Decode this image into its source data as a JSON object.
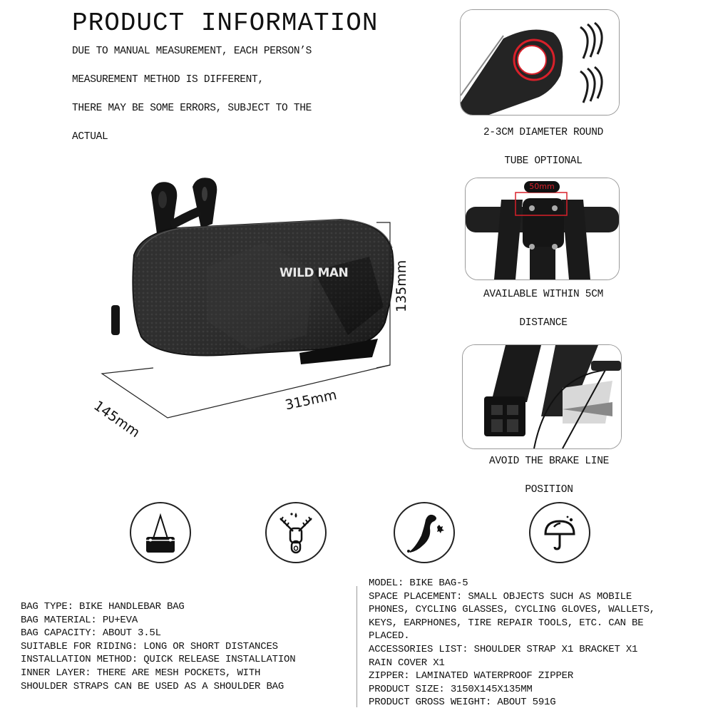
{
  "header": {
    "title": "PRODUCT INFORMATION",
    "note_lines": [
      "DUE TO MANUAL MEASUREMENT, EACH PERSON’S",
      "MEASUREMENT METHOD IS DIFFERENT,",
      "THERE MAY BE SOME ERRORS, SUBJECT TO THE",
      "ACTUAL"
    ]
  },
  "product": {
    "brand": "WILD MAN",
    "dimensions": {
      "height": "135mm",
      "length": "315mm",
      "width": "145mm"
    }
  },
  "feature_cards": [
    {
      "image": "handlebar-clamp-photo",
      "caption_lines": [
        "2-3CM DIAMETER ROUND",
        "TUBE OPTIONAL"
      ]
    },
    {
      "image": "stem-mount-photo",
      "overlay_label": "50mm",
      "caption_lines": [
        "AVAILABLE WITHIN 5CM",
        "DISTANCE"
      ]
    },
    {
      "image": "brake-line-photo",
      "caption_lines": [
        "AVOID THE BRAKE LINE",
        "POSITION"
      ]
    }
  ],
  "feature_icons": [
    {
      "icon": "shoulder-bag-icon"
    },
    {
      "icon": "waterproof-zipper-icon"
    },
    {
      "icon": "splash-resistant-icon"
    },
    {
      "icon": "umbrella-rain-icon"
    }
  ],
  "specs_left": [
    "BAG TYPE: BIKE HANDLEBAR BAG",
    "BAG MATERIAL: PU+EVA",
    "BAG CAPACITY: ABOUT 3.5L",
    "SUITABLE FOR RIDING: LONG OR SHORT DISTANCES",
    "INSTALLATION METHOD: QUICK RELEASE INSTALLATION",
    "INNER LAYER: THERE ARE MESH POCKETS, WITH",
    "SHOULDER STRAPS CAN BE USED AS A SHOULDER BAG"
  ],
  "specs_right": [
    "MODEL: BIKE BAG-5",
    "SPACE PLACEMENT: SMALL OBJECTS SUCH AS MOBILE",
    "PHONES, CYCLING GLASSES, CYCLING GLOVES, WALLETS,",
    "KEYS, EARPHONES, TIRE REPAIR TOOLS, ETC. CAN BE",
    "PLACED.",
    "ACCESSORIES LIST: SHOULDER STRAP X1 BRACKET X1",
    "RAIN COVER X1",
    "ZIPPER: LAMINATED WATERPROOF ZIPPER",
    "PRODUCT SIZE: 3150X145X135MM",
    "PRODUCT GROSS WEIGHT: ABOUT 591G"
  ],
  "colors": {
    "text": "#111111",
    "bag_body": "#1a1a1a",
    "card_border": "#9a9a9a",
    "highlight_red": "#d8202a"
  }
}
